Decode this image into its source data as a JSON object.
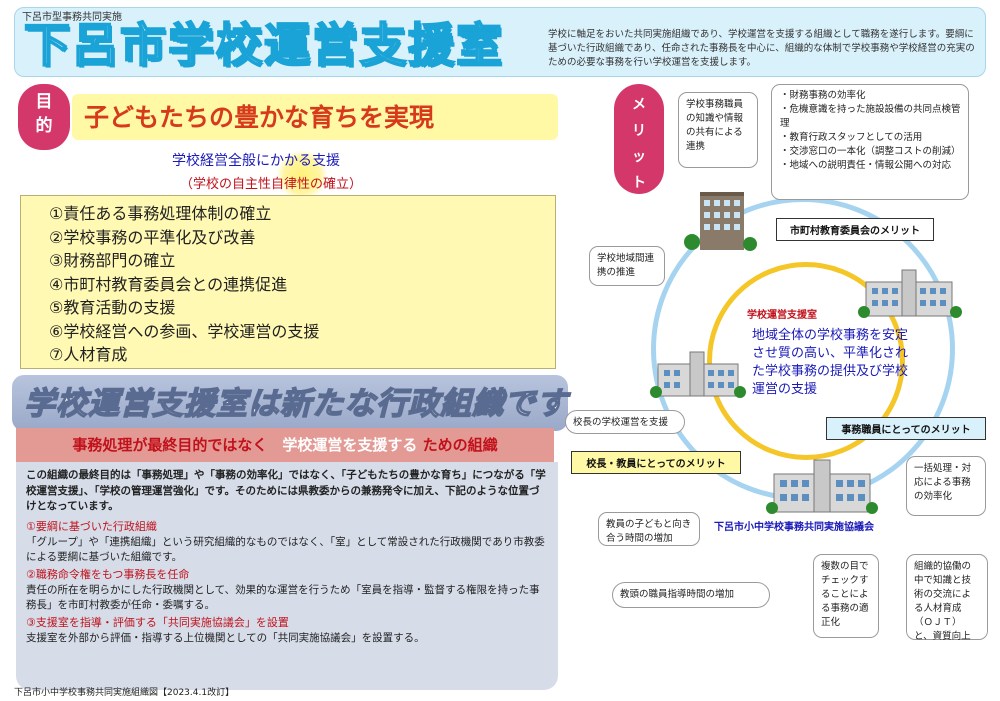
{
  "header": {
    "subtitle": "下呂市型事務共同実施",
    "title": "下呂市学校運営支援室",
    "description": "学校に軸足をおいた共同実施組織であり、学校運営を支援する組織として職務を遂行します。要綱に基づいた行政組織であり、任命された事務長を中心に、組織的な体制で学校事務や学校経営の充実のための必要な事務を行い学校運営を支援します。"
  },
  "purpose": {
    "label": "目的",
    "goal": "子どもたちの豊かな育ちを実現",
    "support": "学校経営全般にかかる支援",
    "support_sub": "（学校の自主性自律性の確立）",
    "items": [
      "①責任ある事務処理体制の確立",
      "②学校事務の平準化及び改善",
      "③財務部門の確立",
      "④市町村教育委員会との連携促進",
      "⑤教育活動の支援",
      "⑥学校経営への参画、学校運営の支援",
      "⑦人材育成"
    ]
  },
  "org": {
    "banner": "学校運営支援室は新たな行政組織です",
    "sub_a": "事務処理が最終目的ではなく",
    "sub_b": "学校運営を支援する",
    "sub_c": "ための組織",
    "intro": "この組織の最終目的は「事務処理」や「事務の効率化」ではなく、「子どもたちの豊かな育ち」につながる「学校運営支援」、「学校の管理運営強化」です。そのためには県教委からの兼務発令に加え、下記のような位置づけとなっています。",
    "p1_title": "①要綱に基づいた行政組織",
    "p1": "「グループ」や「連携組織」という研究組織的なものではなく、「室」として常設された行政機関であり市教委による要綱に基づいた組織です。",
    "p2_title": "②職務命令権をもつ事務長を任命",
    "p2": "責任の所在を明らかにした行政機関として、効果的な運営を行うため「室員を指導・監督する権限を持った事務長」を市町村教委が任命・委嘱する。",
    "p3_title": "③支援室を指導・評価する「共同実施協議会」を設置",
    "p3": "支援室を外部から評価・指導する上位機関としての「共同実施協議会」を設置する。"
  },
  "footer": "下呂市小中学校事務共同実施組織図【2023.4.1改訂】",
  "merit": {
    "label": "メリット",
    "b_staff": "学校事務職員の知識や情報の共有による連携",
    "b_board": [
      "財務事務の効率化",
      "危機意識を持った施設設備の共同点検管理",
      "教育行政スタッフとしての活用",
      "交渉窓口の一本化（調整コストの削減）",
      "地域への説明責任・情報公開への対応"
    ],
    "tag_board": "市町村教育委員会のメリット",
    "b_region": "学校地域間連携の推進",
    "center_title": "学校運営支援室",
    "center_text": "地域全体の学校事務を安定させ質の高い、平準化された学校事務の提供及び学校運営の支援",
    "b_principal": "校長の学校運営を支援",
    "tag_clerk": "事務職員にとってのメリット",
    "tag_teacher": "校長・教員にとってのメリット",
    "b_unify": "一括処理・対応による事務の効率化",
    "council": "下呂市小中学校事務共同実施協議会",
    "b_time": "教員の子どもと向き合う時間の増加",
    "b_check": "複数の目でチェックすることによる事務の適正化",
    "b_train": "組織的協働の中で知識と技術の交流による人材育成（ＯＪＴ）と、資質向上",
    "b_guide": "教頭の職員指導時間の増加"
  }
}
